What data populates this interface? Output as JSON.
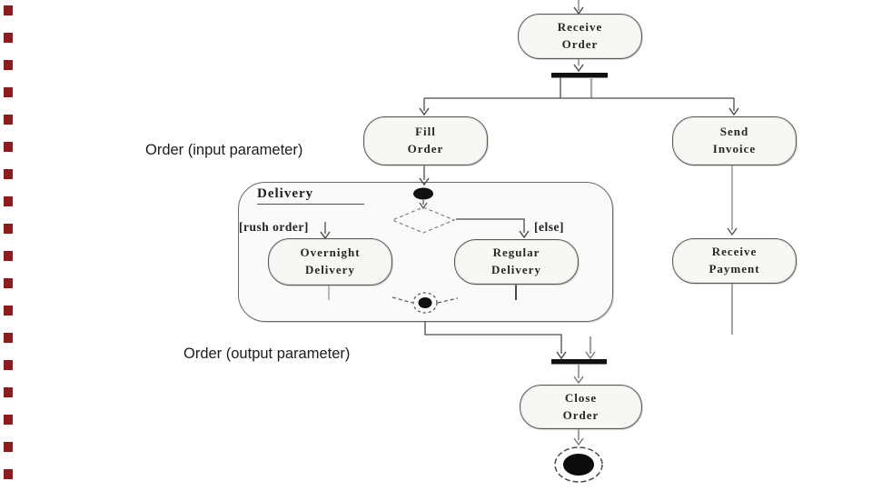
{
  "slide": {
    "background": "#ffffff",
    "film_strip": {
      "color": "#8e1c1c",
      "count": 18
    }
  },
  "annotations": {
    "input_param": "Order (input parameter)",
    "output_param": "Order (output parameter)"
  },
  "diagram": {
    "type": "uml-activity-diagram",
    "nodes": {
      "receive_order": "Receive\nOrder",
      "fill_order": "Fill\nOrder",
      "send_invoice": "Send\nInvoice",
      "overnight_delivery": "Overnight\nDelivery",
      "regular_delivery": "Regular\nDelivery",
      "receive_payment": "Receive\nPayment",
      "close_order": "Close\nOrder"
    },
    "region": {
      "title": "Delivery"
    },
    "guards": {
      "rush_order": "[rush order]",
      "else_branch": "[else]"
    },
    "colors": {
      "line_dark": "#4a4a4a",
      "line_gray": "#9b9b9b",
      "sync_bar": "#101010",
      "node_border": "#5a5a5a",
      "node_fill": "#f7f7f4",
      "film_mark": "#8e1c1c"
    }
  }
}
